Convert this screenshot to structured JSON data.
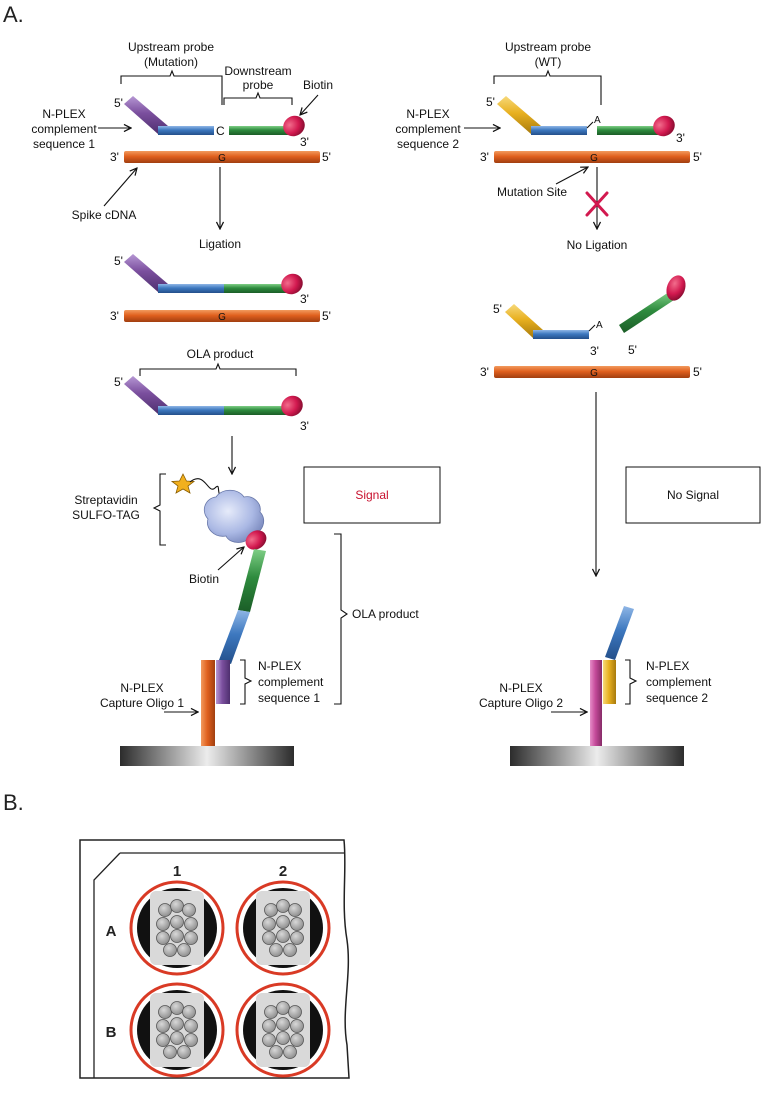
{
  "panels": {
    "a": "A.",
    "b": "B."
  },
  "labels": {
    "upstream_mut_1": "Upstream probe",
    "upstream_mut_2": "(Mutation)",
    "downstream_1": "Downstream",
    "downstream_2": "probe",
    "biotin": "Biotin",
    "nplex_comp1_1": "N-PLEX",
    "nplex_comp1_2": "complement",
    "nplex_comp1_3": "sequence 1",
    "spike": "Spike cDNA",
    "ligation": "Ligation",
    "ola_product": "OLA product",
    "strep_1": "Streptavidin",
    "strep_2": "SULFO-TAG",
    "biotin2": "Biotin",
    "signal": "Signal",
    "ola_product2": "OLA product",
    "nplex_comp1b_1": "N-PLEX",
    "nplex_comp1b_2": "complement",
    "nplex_comp1b_3": "sequence 1",
    "capture1_1": "N-PLEX",
    "capture1_2": "Capture Oligo 1",
    "upstream_wt_1": "Upstream probe",
    "upstream_wt_2": "(WT)",
    "nplex_comp2_1": "N-PLEX",
    "nplex_comp2_2": "complement",
    "nplex_comp2_3": "sequence 2",
    "mutation_site": "Mutation Site",
    "no_ligation": "No Ligation",
    "no_signal": "No Signal",
    "nplex_comp2b_1": "N-PLEX",
    "nplex_comp2b_2": "complement",
    "nplex_comp2b_3": "sequence 2",
    "capture2_1": "N-PLEX",
    "capture2_2": "Capture Oligo 2"
  },
  "ends": {
    "five": "5'",
    "three": "3'"
  },
  "bases": {
    "c": "C",
    "g": "G",
    "a": "A"
  },
  "plate": {
    "cols": [
      "1",
      "2"
    ],
    "rows": [
      "A",
      "B"
    ]
  },
  "colors": {
    "cdna": "#e0601e",
    "purple": "#7b4f9e",
    "blue": "#3d78bf",
    "green": "#2e8b3e",
    "biotin": "#d2194f",
    "gold": "#e8b020",
    "pink": "#c44a9a",
    "streptavidin": "#aab8e4",
    "signal_text": "#c8102e",
    "well_ring": "#d93a25"
  }
}
